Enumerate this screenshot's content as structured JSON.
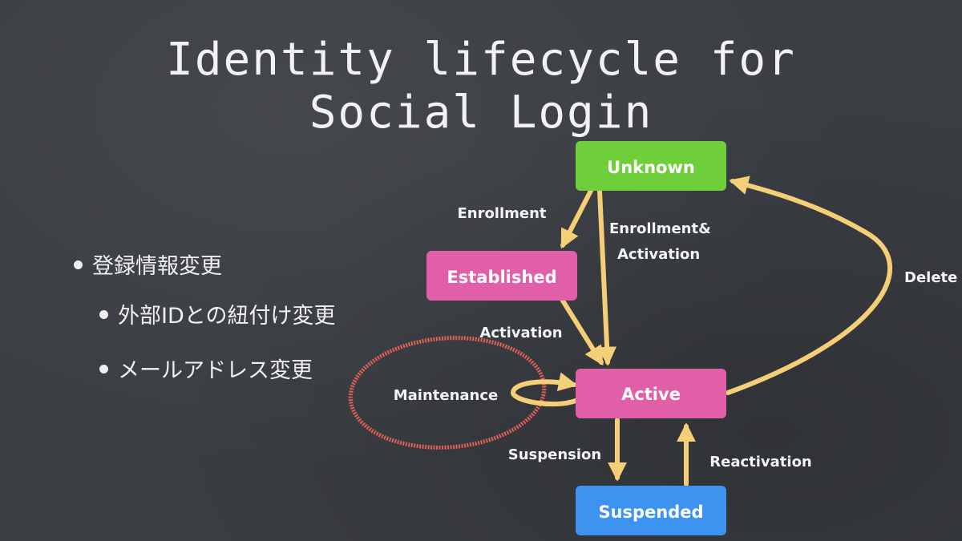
{
  "title": {
    "line1": "Identity lifecycle for",
    "line2": "Social Login"
  },
  "bullets": {
    "item1": "登録情報変更",
    "item2": "外部IDとの紐付け変更",
    "item3": "メールアドレス変更"
  },
  "states": {
    "unknown": "Unknown",
    "established": "Established",
    "active": "Active",
    "suspended": "Suspended"
  },
  "transitions": {
    "enrollment": "Enrollment",
    "enrollment_activation_1": "Enrollment&",
    "enrollment_activation_2": "Activation",
    "activation": "Activation",
    "maintenance": "Maintenance",
    "suspension": "Suspension",
    "reactivation": "Reactivation",
    "delete": "Delete"
  },
  "colors": {
    "unknown": "#6fcf3a",
    "established": "#e05fa8",
    "active": "#e05fa8",
    "suspended": "#3d94f0",
    "arrow": "#f5cf78",
    "highlight_circle": "#e0615a"
  }
}
